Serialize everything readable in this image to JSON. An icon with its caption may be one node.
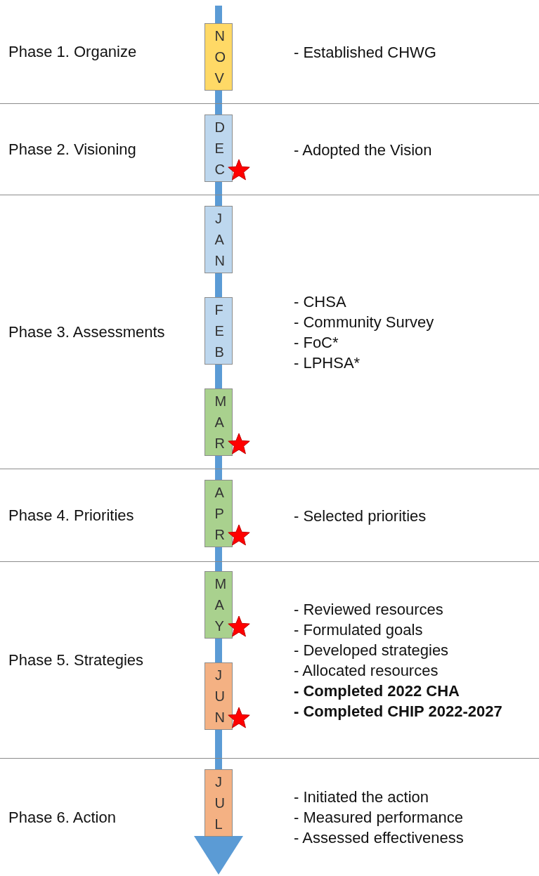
{
  "diagram": {
    "nodes": [
      {
        "text": [
          "Phase 1. Organize",
          "- Established CHWG"
        ]
      },
      {
        "text": [
          "NOV"
        ],
        "in": 0
      },
      {
        "text": [
          "Phase 2. Visioning",
          "- Adopted the Vision"
        ]
      },
      {
        "text": [
          "DEC"
        ],
        "in": 2
      },
      {
        "text": [
          "Phase 3. Assessments",
          "- CHSA",
          "- Community Survey",
          "- FoC*",
          "- LPHSA*"
        ]
      },
      {
        "text": [
          "JAN"
        ],
        "in": 4
      },
      {
        "text": [
          "FEB"
        ],
        "in": 4
      },
      {
        "text": [
          "MAR"
        ],
        "in": 4
      },
      {
        "text": [
          "Phase 4. Priorities",
          "- Selected priorities"
        ]
      },
      {
        "text": [
          "APR"
        ],
        "in": 8
      },
      {
        "text": [
          "Phase 5. Strategies",
          "- Reviewed resources",
          "- Formulated goals",
          "- Developed strategies",
          "- Allocated resources",
          "- Completed 2022 CHA",
          "- Completed CHIP 2022-2027"
        ]
      },
      {
        "text": [
          "MAY"
        ],
        "in": 10
      },
      {
        "text": [
          "JUN"
        ],
        "in": 10
      },
      {
        "text": [
          "Phase 6. Action",
          "- Initiated the action",
          "- Measured performance",
          "- Assessed effectiveness"
        ]
      },
      {
        "text": [
          "JUL"
        ],
        "in": 13
      }
    ],
    "edges": []
  }
}
